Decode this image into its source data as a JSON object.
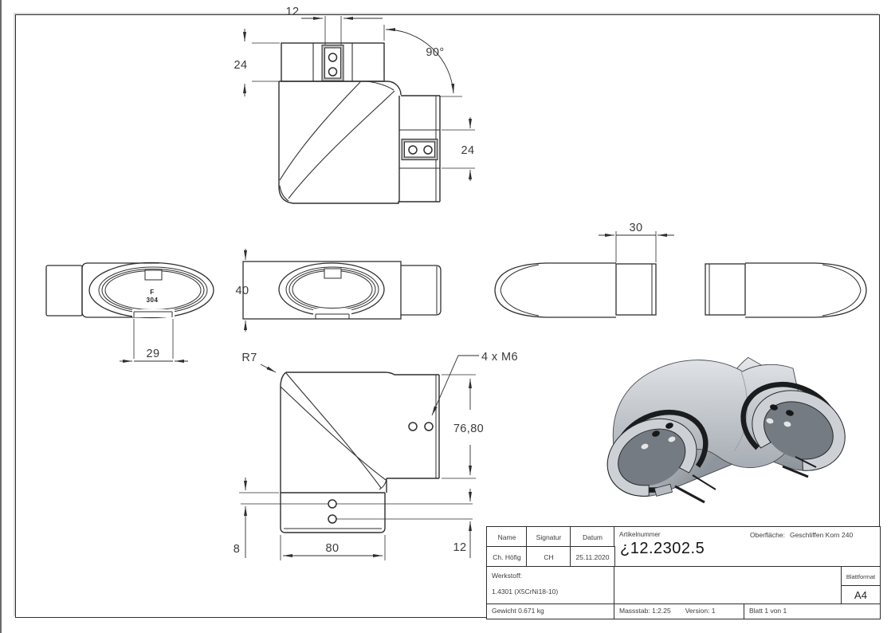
{
  "drawing": {
    "top": {
      "dim_slot": "12",
      "dim_left": "24",
      "angle": "90°",
      "dim_right": "24"
    },
    "left_end": {
      "stamp_f": "F",
      "stamp_304": "304",
      "dim_tab": "29"
    },
    "front": {
      "dim_height": "40"
    },
    "side": {
      "dim_collar": "30"
    },
    "main": {
      "radius_label": "R7",
      "thread_label": "4 x M6",
      "dim_height": "76,80",
      "dim_edge": "8",
      "dim_length": "80",
      "dim_holes": "12"
    }
  },
  "title_block": {
    "name_label": "Name",
    "signatur_label": "Signatur",
    "datum_label": "Datum",
    "name_value": "Ch. Höfig",
    "signatur_value": "CH",
    "datum_value": "25.11.2020",
    "artikelnummer_label": "Artikelnummer",
    "artikelnummer_value": "¿12.2302.5",
    "oberflaeche_label": "Oberfläche:",
    "oberflaeche_value": "Geschliffen Korn 240",
    "werkstoff_label": "Werkstoff:",
    "werkstoff_value": "1.4301 (X5CrNi18-10)",
    "blattformat_label": "Blattformat",
    "blattformat_value": "A4",
    "gewicht_value": "Gewicht 0.671 kg",
    "massstab_value": "Massstab: 1:2.25",
    "version_value": "Version: 1",
    "blatt_value": "Blatt 1 von 1"
  },
  "colors": {
    "line": "#2e2e2e",
    "background": "#ffffff",
    "metal_light": "#e9ebee",
    "metal_mid": "#c6cad0",
    "metal_dark": "#8f959c",
    "ring_dark": "#1a1c1e"
  }
}
